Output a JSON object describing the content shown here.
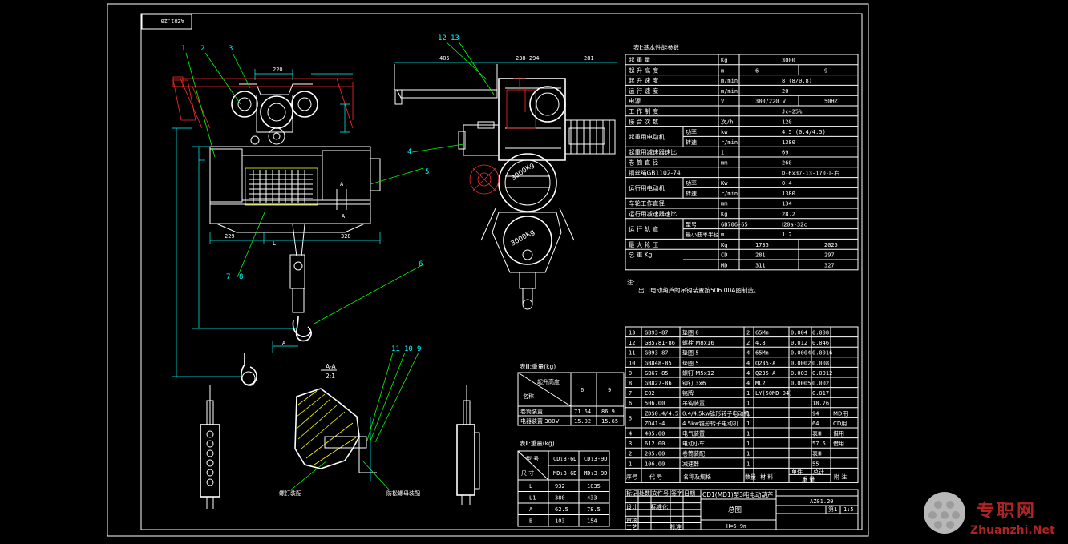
{
  "drawing": {
    "top_left_code": "AZ01.20",
    "part_numbers": [
      "1",
      "2",
      "3",
      "12",
      "13",
      "4",
      "5",
      "6",
      "7",
      "8",
      "11",
      "10",
      "9"
    ],
    "front_dims": [
      "220",
      "229",
      "328",
      "L",
      "A"
    ],
    "side_dims": [
      "405",
      "238-294",
      "281"
    ],
    "drum_text": "3000Kg",
    "drum_text_2": "3000Kg",
    "section_title": "A-A",
    "section_scale": "2:1",
    "section_label_left": "螺钉装配",
    "section_label_right": "防松螺母装配",
    "view_marks": [
      "A",
      "A"
    ]
  },
  "note": {
    "title": "注:",
    "text": "出口电动葫芦的吊钩装置按506.00A图制造。"
  },
  "table1": {
    "title": "表Ⅰ:基本性能参数",
    "rows": [
      {
        "name": "起  重  量",
        "unit": "Kg",
        "v1": "3000",
        "v2": ""
      },
      {
        "name": "起  升  高  度",
        "unit": "m",
        "v1": "6",
        "v2": "9"
      },
      {
        "name": "起  升  速  度",
        "unit": "m/min",
        "v1": "8 (8/0.8)",
        "v2": ""
      },
      {
        "name": "运  行  速  度",
        "unit": "m/min",
        "v1": "20",
        "v2": ""
      },
      {
        "name": "电源",
        "unit": "V",
        "v1": "380/220 V",
        "v2": "50HZ"
      },
      {
        "name": "工  作  制  度",
        "unit": "",
        "v1": "Jc=25%",
        "v2": ""
      },
      {
        "name": "接  合  次  数",
        "unit": "次/h",
        "v1": "120",
        "v2": ""
      },
      {
        "name": "起重用电动机",
        "sub": "功率",
        "unit": "kw",
        "v1": "4.5 (0.4/4.5)",
        "v2": ""
      },
      {
        "name": "",
        "sub": "转速",
        "unit": "r/min",
        "v1": "1380",
        "v2": ""
      },
      {
        "name": "起重用减速器速比",
        "unit": "i",
        "v1": "69",
        "v2": ""
      },
      {
        "name": "卷  筒  直  径",
        "unit": "mm",
        "v1": "260",
        "v2": ""
      },
      {
        "name": "钢丝绳GB1102-74",
        "unit": "",
        "v1": "D-6x37-13-170-Ⅰ-右",
        "v2": ""
      },
      {
        "name": "运行用电动机",
        "sub": "功率",
        "unit": "Kw",
        "v1": "0.4",
        "v2": ""
      },
      {
        "name": "",
        "sub": "转速",
        "unit": "r/min",
        "v1": "1380",
        "v2": ""
      },
      {
        "name": "车轮工作直径",
        "unit": "mm",
        "v1": "134",
        "v2": ""
      },
      {
        "name": "运行用减速器速比",
        "unit": "Kg",
        "v1": "28.2",
        "v2": ""
      },
      {
        "name": "运  行  轨  道",
        "sub": "型号",
        "unit": "GB706-65",
        "v1": "Ⅰ20a-32c",
        "v2": ""
      },
      {
        "name": "",
        "sub": "最小曲率半径",
        "unit": "m",
        "v1": "1.2",
        "v2": ""
      },
      {
        "name": "最  大  轮  压",
        "unit": "Kg",
        "v1": "1735",
        "v2": "2025"
      },
      {
        "name": "总      重  Kg",
        "unit": "CD",
        "v1": "281",
        "v2": "297"
      },
      {
        "name": "",
        "unit": "MD",
        "v1": "311",
        "v2": "327"
      }
    ]
  },
  "table3": {
    "title": "表Ⅲ:重量(kg)",
    "header_top": "起升高度",
    "header_bottom": "名称",
    "cols": [
      "6",
      "9"
    ],
    "rows": [
      {
        "name": "卷筒装置",
        "v1": "71.64",
        "v2": "86.9"
      },
      {
        "name": "电器装置 380V",
        "v1": "15.02",
        "v2": "15.65"
      }
    ]
  },
  "table2": {
    "title": "表Ⅱ:重量(kg)",
    "header": [
      "型  号",
      "CD₁3-6D",
      "CD₁3-9D"
    ],
    "header2": [
      "尺  寸",
      "MD₁3-6D",
      "MD₁3-9D"
    ],
    "rows": [
      {
        "name": "L",
        "v1": "932",
        "v2": "1035"
      },
      {
        "name": "L1",
        "v1": "380",
        "v2": "433"
      },
      {
        "name": "A",
        "v1": "62.5",
        "v2": "78.5"
      },
      {
        "name": "B",
        "v1": "103",
        "v2": "154"
      }
    ]
  },
  "bom": {
    "rows": [
      {
        "no": "13",
        "code": "GB93-87",
        "name": "垫圈  8",
        "qty": "2",
        "mat": "65Mn",
        "w1": "0.004",
        "w2": "0.008",
        "note": ""
      },
      {
        "no": "12",
        "code": "GB5781-86",
        "name": "螺栓  M8x16",
        "qty": "2",
        "mat": "4.8",
        "w1": "0.012",
        "w2": "0.046",
        "note": ""
      },
      {
        "no": "11",
        "code": "GB93-87",
        "name": "垫圈  5",
        "qty": "4",
        "mat": "65Mn",
        "w1": "0.0004",
        "w2": "0.0016",
        "note": ""
      },
      {
        "no": "10",
        "code": "GB848-85",
        "name": "垫圈  5",
        "qty": "4",
        "mat": "Q235-A",
        "w1": "0.0002",
        "w2": "0.008",
        "note": ""
      },
      {
        "no": "9",
        "code": "GB67-85",
        "name": "螺钉  M5x12",
        "qty": "4",
        "mat": "Q235-A",
        "w1": "0.003",
        "w2": "0.0012",
        "note": ""
      },
      {
        "no": "8",
        "code": "GB827-86",
        "name": "铆钉  3x6",
        "qty": "4",
        "mat": "ML2",
        "w1": "0.0005",
        "w2": "0.002",
        "note": ""
      },
      {
        "no": "7",
        "code": "E02",
        "name": "铭牌",
        "qty": "1",
        "mat": "LY(50MD-04)",
        "w1": "",
        "w2": "0.017",
        "note": ""
      },
      {
        "no": "6",
        "code": "506.00",
        "name": "吊钩装置",
        "qty": "1",
        "mat": "",
        "w1": "",
        "w2": "18.76",
        "note": ""
      },
      {
        "no": "5",
        "code": "ZDS0.4/4.5",
        "name": "0.4/4.5kw锥形转子电动机",
        "qty": "1",
        "mat": "",
        "w1": "",
        "w2": "94",
        "note": "MD用"
      },
      {
        "no": "",
        "code": "ZD41-4",
        "name": "4.5kw锥形转子电动机",
        "qty": "1",
        "mat": "",
        "w1": "",
        "w2": "64",
        "note": "CD用"
      },
      {
        "no": "4",
        "code": "405.00",
        "name": "电气装置",
        "qty": "1",
        "mat": "",
        "w1": "",
        "w2": "表Ⅲ",
        "note": "借用"
      },
      {
        "no": "3",
        "code": "612.00",
        "name": "电动小车",
        "qty": "1",
        "mat": "",
        "w1": "",
        "w2": "57.5",
        "note": "借用"
      },
      {
        "no": "2",
        "code": "205.00",
        "name": "卷筒装配",
        "qty": "1",
        "mat": "",
        "w1": "",
        "w2": "表Ⅲ",
        "note": ""
      },
      {
        "no": "1",
        "code": "106.00",
        "name": "减速器",
        "qty": "1",
        "mat": "",
        "w1": "",
        "w2": "55",
        "note": ""
      }
    ],
    "header": {
      "no": "序号",
      "code": "代  号",
      "name": "名称及规格",
      "qty": "数量",
      "mat": "材  料",
      "w_single": "单件",
      "w_total": "总计",
      "w_label": "重  量",
      "note": "附  注"
    }
  },
  "title_block": {
    "product": "CD1(MD1)型3吨电动葫芦",
    "drawing_name": "总图",
    "height": "H=6-9m",
    "code": "AZ01.20",
    "sheet": "第1",
    "scale": "1:5",
    "small_labels": [
      "标记",
      "处数",
      "文件号",
      "签字",
      "日期",
      "设计",
      "标准化",
      "审核",
      "工艺",
      "批准"
    ]
  },
  "watermark": {
    "cn": "专职网",
    "en": "Zhuanzhi.Net"
  }
}
